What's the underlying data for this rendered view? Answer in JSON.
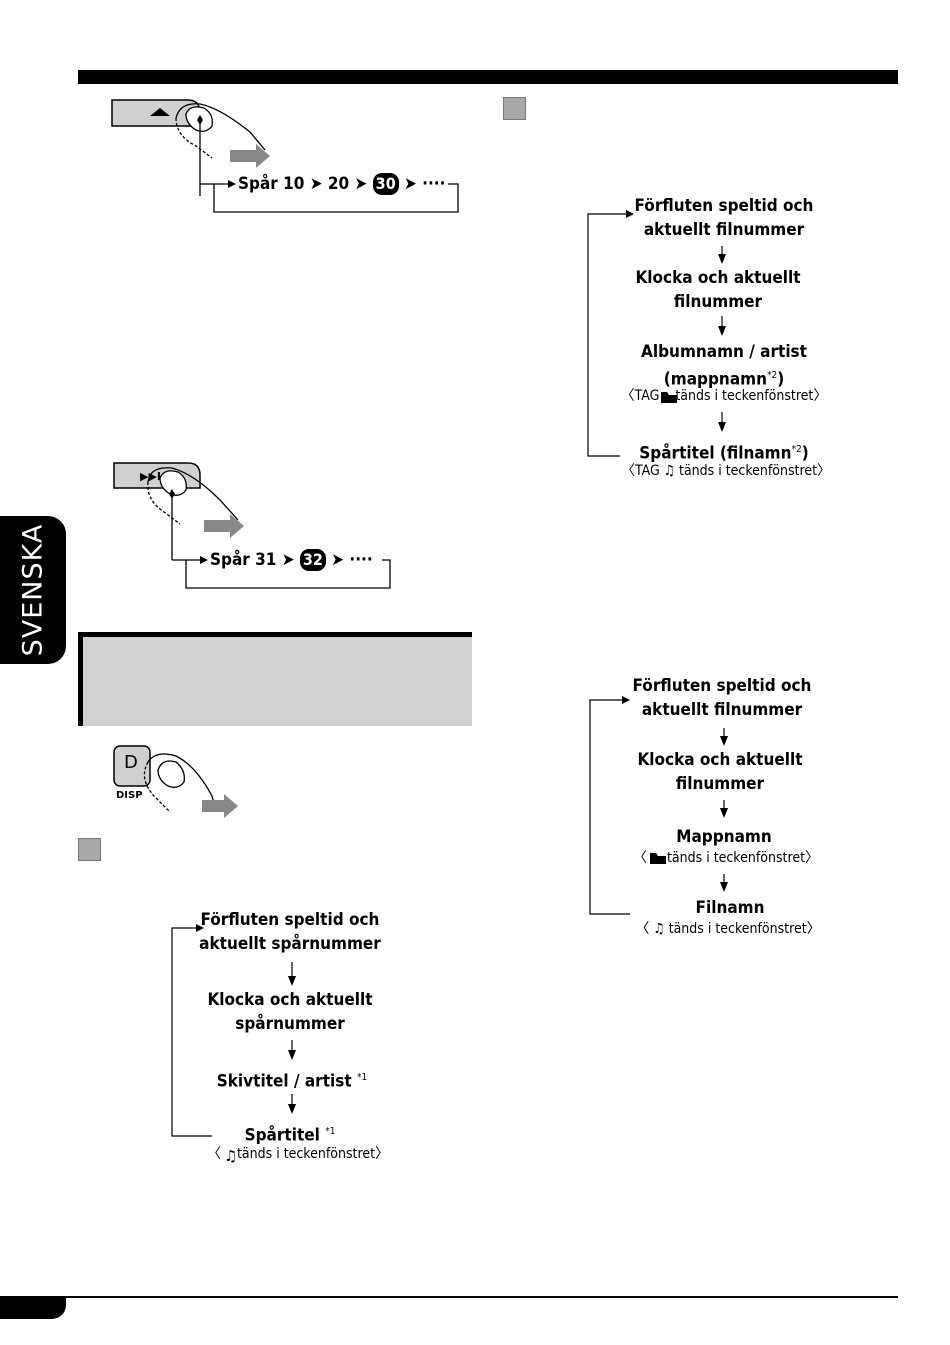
{
  "side_tab": {
    "label": "SVENSKA"
  },
  "track_up_sequence": {
    "prefix": "Spår 10",
    "mid": "20",
    "highlight": "30",
    "dots": "····"
  },
  "track_next_sequence": {
    "prefix": "Spår 31",
    "highlight": "32",
    "dots": "····"
  },
  "disp_button": {
    "key": "D",
    "label": "DISP"
  },
  "cd_flow": {
    "step1": [
      "Förfluten speltid och",
      "aktuellt spårnummer"
    ],
    "step2": [
      "Klocka och aktuellt",
      "spårnummer"
    ],
    "step3": "Skivtitel / artist",
    "step3_note": "*1",
    "step4": "Spårtitel",
    "step4_note": "*1",
    "step4_sub_open": "〈",
    "step4_sub_text": "tänds i teckenfönstret〉"
  },
  "mp3_tag_flow": {
    "step1": [
      "Förfluten speltid och",
      "aktuellt filnummer"
    ],
    "step2": [
      "Klocka och aktuellt",
      "filnummer"
    ],
    "step3": [
      "Albumnamn / artist",
      "(mappnamn"
    ],
    "step3_note": "*2",
    "step3_close": ")",
    "step3_sub_pre": "〈TAG",
    "step3_sub_post": "tänds i teckenfönstret〉",
    "step4_pre": "Spårtitel (filnamn",
    "step4_note": "*2",
    "step4_close": ")",
    "step4_sub_pre": "〈TAG",
    "step4_sub_post": "tänds i teckenfönstret〉"
  },
  "mp3_notag_flow": {
    "step1": [
      "Förfluten speltid och",
      "aktuellt filnummer"
    ],
    "step2": [
      "Klocka och aktuellt",
      "filnummer"
    ],
    "step3": "Mappnamn",
    "step3_sub_open": "〈",
    "step3_sub_text": "tänds i teckenfönstret〉",
    "step4": "Filnamn",
    "step4_sub_open": "〈",
    "step4_sub_text": "tänds i teckenfönstret〉"
  }
}
